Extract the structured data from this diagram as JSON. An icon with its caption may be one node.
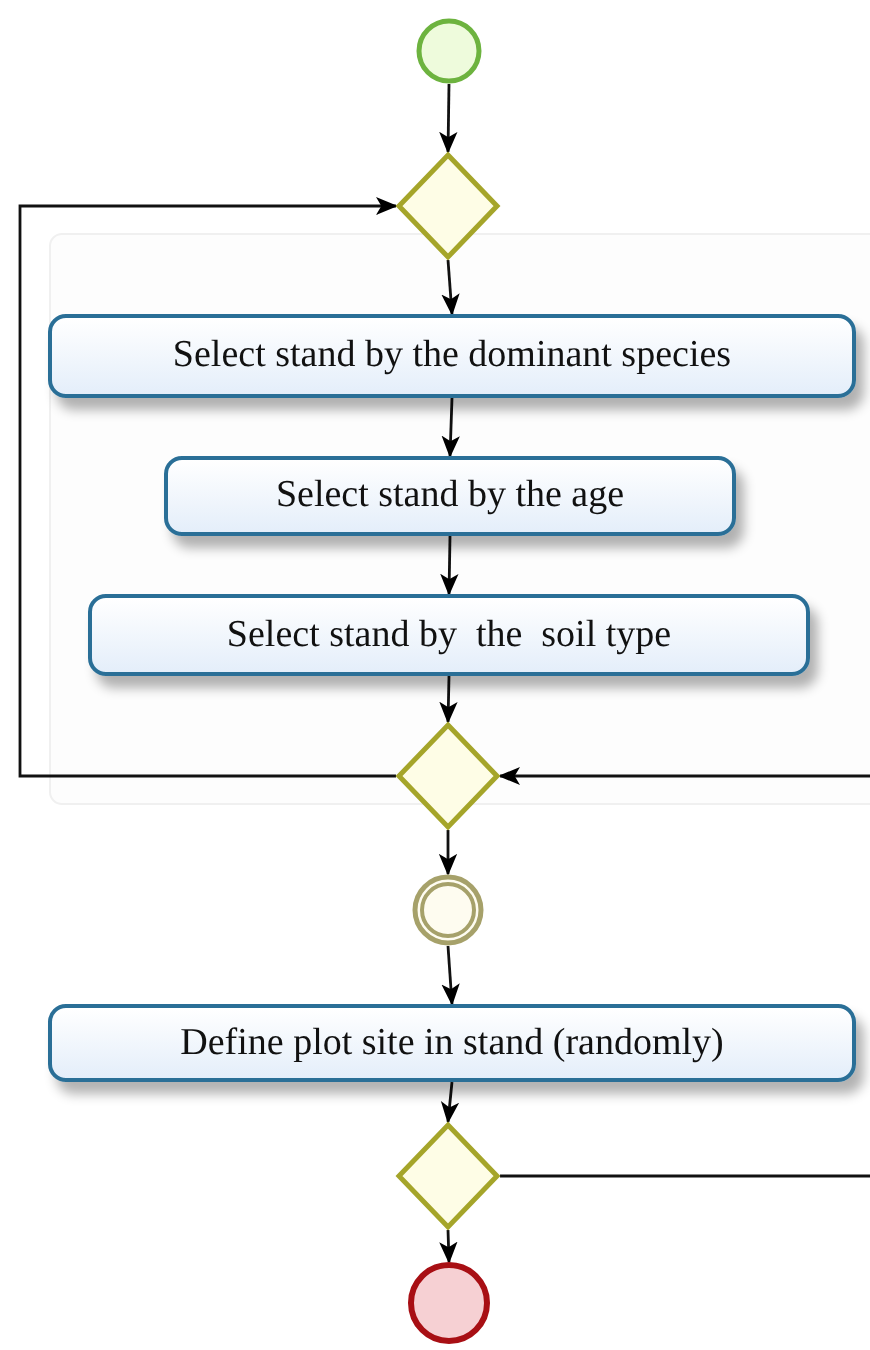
{
  "diagram": {
    "nodes": [
      {
        "text": [],
        "shape": "circle"
      },
      {
        "text": [],
        "shape": "diamond"
      },
      {
        "text": [
          "Select stand by the dominant species"
        ]
      },
      {
        "text": [
          "Select stand by the age"
        ]
      },
      {
        "text": [
          "Select stand by  the  soil type"
        ]
      },
      {
        "text": [],
        "shape": "diamond"
      },
      {
        "text": [],
        "shape": "circle"
      },
      {
        "text": [
          "Define plot site in stand (randomly)"
        ]
      },
      {
        "text": [],
        "shape": "diamond"
      },
      {
        "text": [],
        "shape": "circle"
      }
    ],
    "edges": [
      {
        "from": 0,
        "to": 1,
        "arrow": "to"
      },
      {
        "from": 1,
        "to": 2,
        "arrow": "to"
      },
      {
        "from": 2,
        "to": 3,
        "arrow": "to"
      },
      {
        "from": 3,
        "to": 4,
        "arrow": "to"
      },
      {
        "from": 4,
        "to": 5,
        "arrow": "to"
      },
      {
        "from": 5,
        "to": 1,
        "arrow": "to"
      },
      {
        "from": null,
        "to": 5,
        "arrow": "to"
      },
      {
        "from": 5,
        "to": 6,
        "arrow": "to"
      },
      {
        "from": 6,
        "to": 7,
        "arrow": "to"
      },
      {
        "from": 7,
        "to": 8,
        "arrow": "to"
      },
      {
        "from": 8,
        "to": null,
        "arrow": "none"
      },
      {
        "from": 8,
        "to": 9,
        "arrow": "to"
      }
    ]
  }
}
